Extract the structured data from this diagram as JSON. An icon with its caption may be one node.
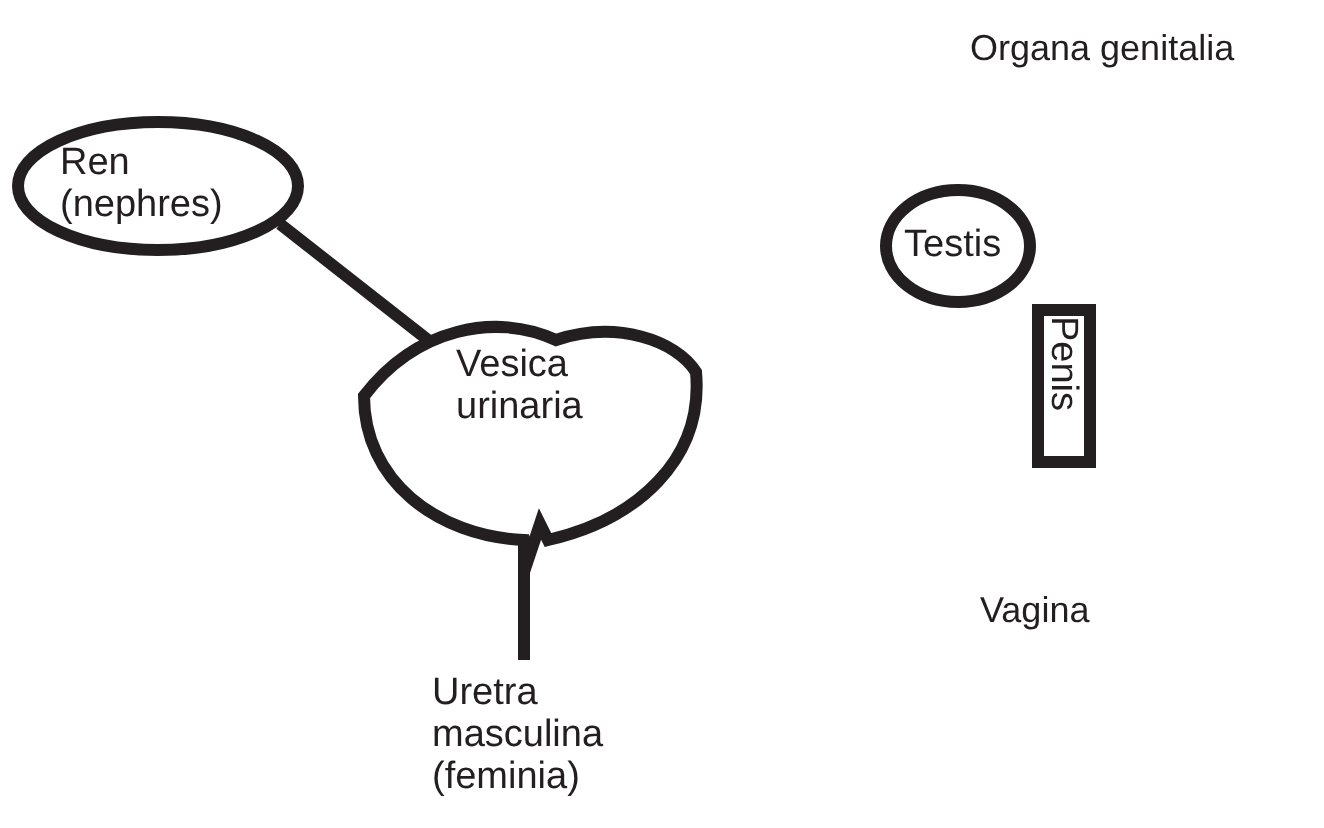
{
  "diagram": {
    "nodes": [
      {
        "text": [
          "Ren (nephres)"
        ]
      },
      {
        "text": [
          "Vesica urinaria"
        ]
      },
      {
        "text": [
          "Uretra masculina (feminia)"
        ]
      },
      {
        "text": [
          "Testis"
        ]
      },
      {
        "text": [
          "Penis"
        ]
      }
    ],
    "edges": [
      {
        "from": 0,
        "to": 1,
        "arrow": "none"
      },
      {
        "from": 1,
        "to": 2,
        "arrow": "none"
      }
    ],
    "labels": [
      "Organa genitalia",
      "Vagina"
    ]
  }
}
